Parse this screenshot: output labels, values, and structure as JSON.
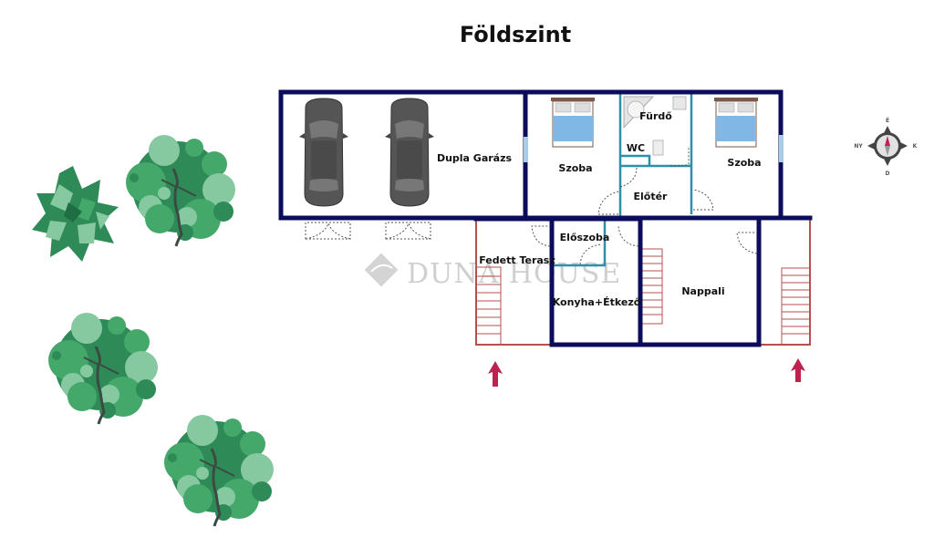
{
  "title": "Földszint",
  "rooms": {
    "garage": "Dupla Garázs",
    "bedroom_left": "Szoba",
    "bathroom": "Fürdő",
    "wc": "WC",
    "hallway": "Előtér",
    "bedroom_right": "Szoba",
    "entry": "Előszoba",
    "covered_terrace": "Fedett Terasz",
    "kitchen_dining": "Konyha+Étkező",
    "living_room": "Nappali"
  },
  "watermark": {
    "text": "DUNA HOUSE"
  },
  "compass": {
    "north": "É",
    "south": "D",
    "east": "K",
    "west": "NY"
  },
  "colors": {
    "wall": "#0c0c5c",
    "inner_wall": "#2d8fa8",
    "terrace": "#b5504f",
    "entrance_arrow": "#c0224f",
    "window": "#a9cde6",
    "tree_dark": "#2e8b57",
    "tree_mid": "#43a86a",
    "tree_light": "#86c9a0"
  }
}
